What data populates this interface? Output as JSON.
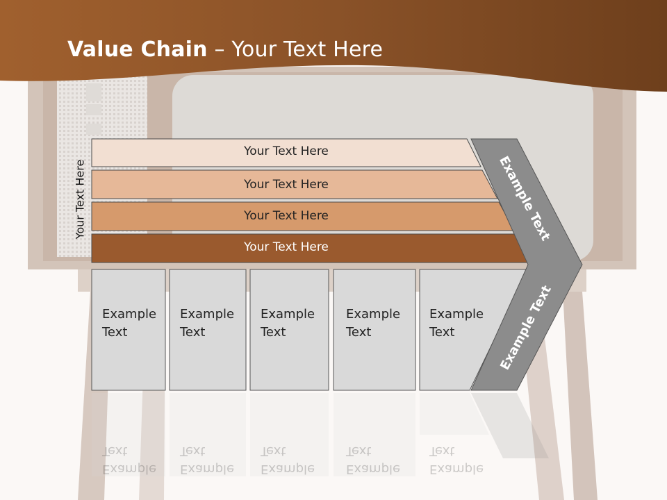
{
  "title": {
    "bold": "Value Chain",
    "rest": " – Your Text Here"
  },
  "side_label": "Your Text Here",
  "rows": [
    {
      "label": "Your Text Here",
      "fill": "#f2dfd2"
    },
    {
      "label": "Your Text Here",
      "fill": "#e6b898"
    },
    {
      "label": "Your Text Here",
      "fill": "#d69a6c"
    },
    {
      "label": "Your Text Here",
      "fill": "#9a5a2e"
    }
  ],
  "cells": [
    {
      "line1": "Example",
      "line2": "Text"
    },
    {
      "line1": "Example",
      "line2": "Text"
    },
    {
      "line1": "Example",
      "line2": "Text"
    },
    {
      "line1": "Example",
      "line2": "Text"
    },
    {
      "line1": "Example",
      "line2": "Text"
    }
  ],
  "chevron": {
    "upper": "Example Text",
    "lower": "Example Text",
    "fill": "#8c8c8c"
  },
  "colors": {
    "header": "#8a4e25",
    "cell_fill": "#d9d9d9",
    "tv_frame": "#8b6a52"
  }
}
